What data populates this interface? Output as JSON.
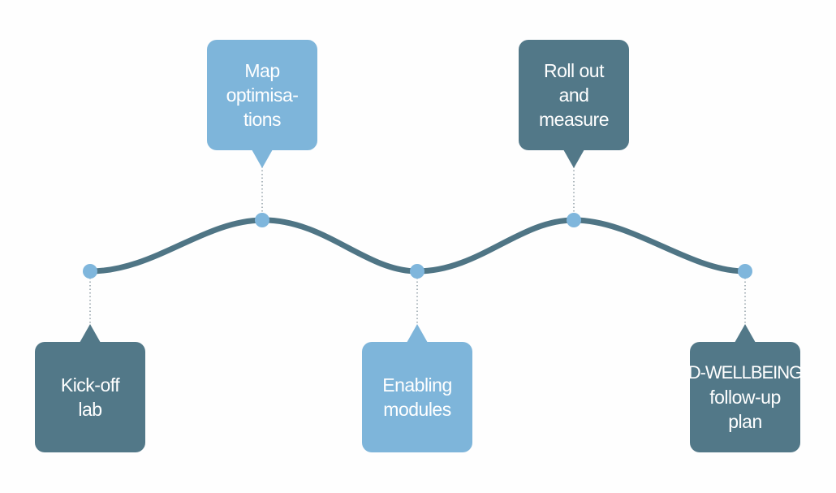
{
  "colors": {
    "dark_box": "#527888",
    "light_box": "#7eb5da",
    "wave": "#4f7585",
    "dot": "#7fb6dc",
    "connector": "#9aa6ad"
  },
  "milestones": [
    {
      "lines": [
        "Kick-off",
        "lab"
      ],
      "position": "below",
      "style": "dark"
    },
    {
      "lines": [
        "Map",
        "optimisa-",
        "tions"
      ],
      "position": "above",
      "style": "light"
    },
    {
      "lines": [
        "Enabling",
        "modules"
      ],
      "position": "below",
      "style": "light"
    },
    {
      "lines": [
        "Roll out",
        "and",
        "measure"
      ],
      "position": "above",
      "style": "dark"
    },
    {
      "lines": [
        "D-WELLBEING",
        "follow-up",
        "plan"
      ],
      "position": "below",
      "style": "dark"
    }
  ]
}
